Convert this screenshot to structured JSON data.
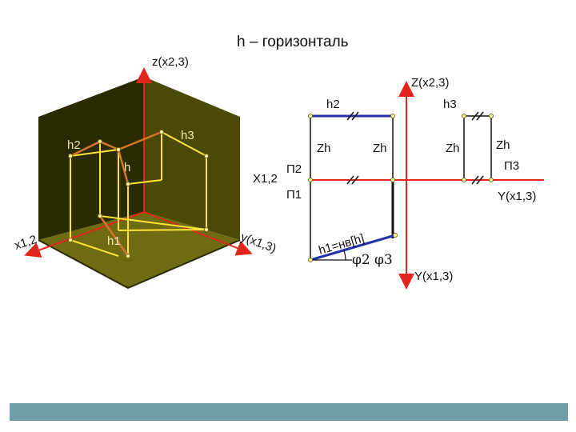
{
  "title": "h – горизонталь",
  "colors": {
    "wall_back": "#2b2b00",
    "wall_right": "#4a4a06",
    "floor": "#6f6b12",
    "floor_edge": "#2a2a00",
    "yellow_lines": "#ffe438",
    "orange_lines": "#d4752a",
    "red_axis": "#e0261a",
    "blue_line": "#2332a8",
    "footer": "#6f9ea6"
  },
  "left_figure": {
    "z_axis_label": "z(x2,3)",
    "x_axis_label": "x1,2",
    "y_axis_label": "y(x1,3)",
    "h2_label": "h2",
    "h3_label": "h3",
    "h_label": "h",
    "h1_label": "h1"
  },
  "right_figure": {
    "Z_axis_label": "Z(x2,3)",
    "h2_label": "h2",
    "h3_label": "h3",
    "zh_labels": [
      "Zh",
      "Zh",
      "Zh",
      "Zh"
    ],
    "X_label": "X1,2",
    "P2_label": "П2",
    "P1_label": "П1",
    "P3_label": "П3",
    "Y13_right_label": "Y(x1,3)",
    "Y13_bottom_label": "Y(x1,3)",
    "h1_true_label": "h1=нв[h]",
    "phi2_label": "φ2",
    "phi3_label": "φ3"
  }
}
